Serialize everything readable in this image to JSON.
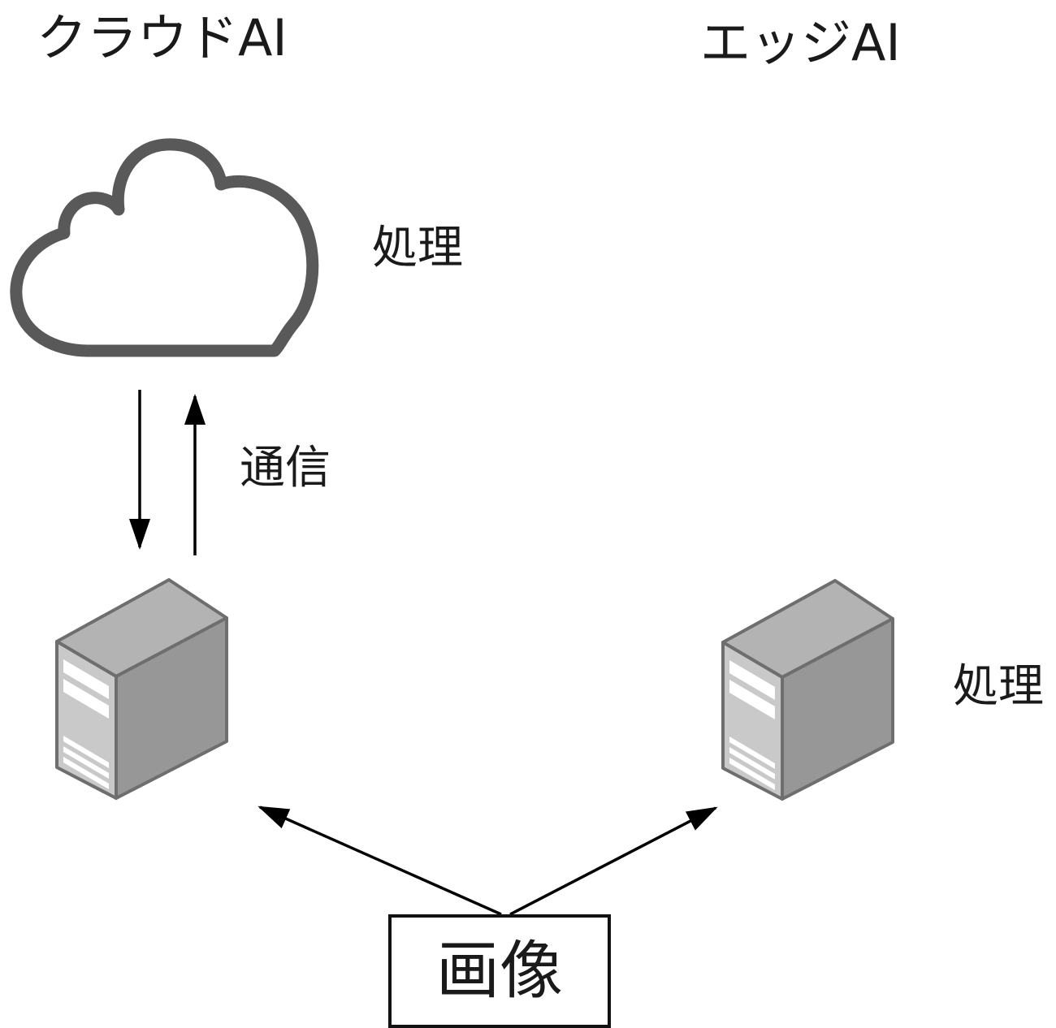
{
  "labels": {
    "cloud_ai_title": "クラウドAI",
    "edge_ai_title": "エッジAI",
    "cloud_processing": "処理",
    "communication": "通信",
    "edge_processing": "処理",
    "image_box": "画像"
  },
  "icons": {
    "cloud": "cloud-icon",
    "cloud_server": "server-icon",
    "edge_server": "server-icon",
    "cloud_link_down": "arrow-down-icon",
    "cloud_link_up": "arrow-up-icon",
    "image_to_cloud_server": "arrow-up-left-icon",
    "image_to_edge_server": "arrow-up-right-icon"
  },
  "colors": {
    "background": "#ffffff",
    "text": "#1a1a1a",
    "cloud_stroke": "#595959",
    "cloud_fill": "#ffffff",
    "server_top": "#b3b3b3",
    "server_front": "#c9c9c9",
    "server_side": "#979797",
    "server_outline": "#6e6e6e",
    "server_stripe": "#ffffff",
    "arrow": "#000000",
    "image_box_border": "#111111"
  }
}
